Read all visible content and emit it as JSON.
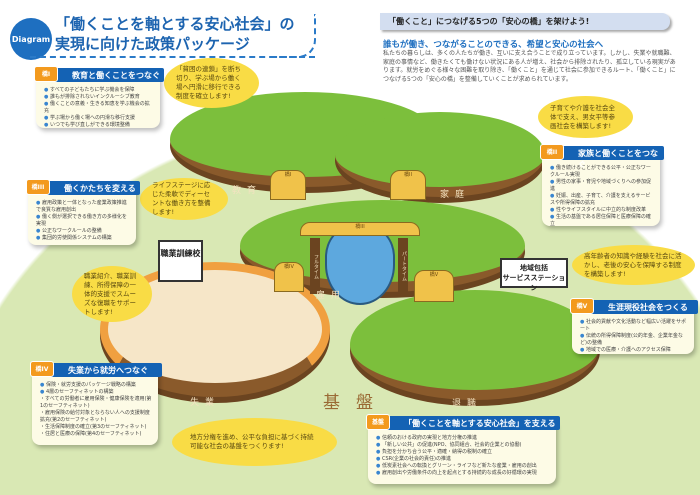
{
  "header": {
    "badge": "Diagram",
    "title_line1": "「働くことを軸とする安心社会」の",
    "title_line2": "実現に向けた政策パッケージ"
  },
  "intro": {
    "band": "「働くこと」につなげる5つの「安心の橋」を架けよう!",
    "subhead": "誰もが働き、つながることのできる、希望と安心の社会へ",
    "paragraph": "私たちの暮らしは、多くの人たちが働き、互いに支え合うことで成り立っています。しかし、失業や就職難、家庭の事情など、働きたくても働けない状況にある人が増え、社会から排除されたり、孤立している現実があります。就労をめぐる様々な困難を取り除き、「働くこと」を通じて社会に参加できるルート、「働くこと」につなげる5つの「安心の橋」を整備していくことが求められています。"
  },
  "islands": {
    "education": "教育",
    "family": "家庭",
    "employment": "雇用",
    "unemployment": "失業",
    "retirement": "退職",
    "foundation": "基盤"
  },
  "bridges": {
    "b1": "橋I",
    "b2": "橋II",
    "b3": "橋III",
    "b4": "橋IV",
    "b5": "橋V",
    "fulltime": "フルタイム",
    "parttime": "パートタイム"
  },
  "signs": {
    "school": "職業訓練校",
    "station_line1": "地域包括",
    "station_line2": "サービスステーション"
  },
  "boxes": [
    {
      "tag": "橋I",
      "title": "教育と働くことをつなぐ",
      "items": [
        "すべての子どもたちに学ぶ機会を保障",
        "誰もが排除されないインクルーシブ教育",
        "働くことの意義・生きる知恵を学ぶ機会の拡充",
        "学ぶ場から働く場への円滑な移行支援",
        "いつでも学び直しができる環境整備"
      ]
    },
    {
      "tag": "橋II",
      "title": "家族と働くことをつなぐ",
      "items": [
        "働き続けることができる公平・公正なワークルール実現",
        "男性の家事・育児や地域づくりへの参加促進",
        "妊娠、出産、子育て、介護を支えるサービスや所得保障の拡充",
        "性やライフスタイルに中立的な制度改革",
        "生活の基盤である居住保障と医療保障の確立"
      ]
    },
    {
      "tag": "橋III",
      "title": "働くかたちを変える",
      "items": [
        "雇用政策と一体となった産業政策推進で良質な雇用創出",
        "働く側が選択できる働き方の多様化を実現",
        "公正なワークルールの整備",
        "集団的労使関係システムの構築"
      ]
    },
    {
      "tag": "橋IV",
      "title": "失業から就労へつなぐ",
      "items": [
        "保険・就労支援のパッケージ戦略の構築",
        "4層のセーフティネットの構築"
      ],
      "subitems": [
        "すべての労働者に雇用保険・健康保険を適用(第1のセーフティネット)",
        "雇用保険の給付対象とならない人への支援制度拡充(第2のセーフティネット)",
        "生活保障制度の確立(第3のセーフティネット)",
        "住居と医療の保障(第4のセーフティネット)"
      ]
    },
    {
      "tag": "橋V",
      "title": "生涯現役社会をつくる",
      "items": [
        "社会的貢献や文化活動など幅広い活躍をサポート",
        "伝統の所得保障制度(公的年金、企業年金など)の整備",
        "地域での医療・介護へのアクセス保障"
      ]
    },
    {
      "tag": "基盤",
      "title": "「働くことを軸とする安心社会」を支える",
      "items": [
        "信頼のおける政府の実現と地方分権の推進",
        "「新しい公共」の促進(NPO、協同組合、社会的企業との協働)",
        "負担を分かち合う公平・適確・納得の税制の確立",
        "CSR(企業の社会的責任)の推進",
        "低炭素社会への転換とグリーン・ライフなど新たな産業・雇用の創出",
        "雇用創出や労働条件の向上を起点とする持続的な成長の好循環の実現"
      ]
    }
  ],
  "bubbles": {
    "poverty": "「貧困の連鎖」を断ち切り、学ぶ場から働く場へ円滑に移行できる制度を確立します!",
    "family": "子育てや介護を社会全体で支え、男女平等参画社会を構築します!",
    "lifestage": "ライフステージに応じた柔軟でディーセントな働き方を整備します!",
    "jobs": "職業紹介、職業訓練、所得保障の一体的支援でスムーズな復職をサポートします!",
    "elderly": "高年齢者の知識や経験を社会に活かし、老後の安心を保障する制度を構築します!",
    "foundation": "地方分権を進め、公平な負担に基づく持続可能な社会の基盤をつくります!"
  },
  "colors": {
    "accent": "#1462b4",
    "tag": "#f39a1e",
    "bubble": "#f9dc45",
    "ground": "#d9e8b4"
  }
}
